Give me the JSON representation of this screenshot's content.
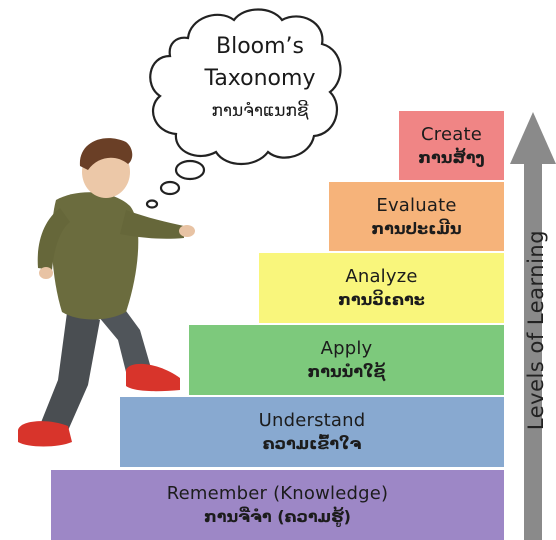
{
  "cloud": {
    "title_line1": "Bloom’s",
    "title_line2": "Taxonomy",
    "subtitle": "ການຈຳແນກຊີ"
  },
  "axis": {
    "label": "Levels of Learning"
  },
  "levels": [
    {
      "english": "Remember (Knowledge)",
      "lao": "ການຈື່ຈຳ (ຄວາມຮູ້)",
      "color": "#9d87c6"
    },
    {
      "english": "Understand",
      "lao": "ຄວາມເຂົ້າໃຈ",
      "color": "#88a9d0"
    },
    {
      "english": "Apply",
      "lao": "ການນຳໃຊ້",
      "color": "#7dc97c"
    },
    {
      "english": "Analyze",
      "lao": "ການວິເຄາະ",
      "color": "#f9f67c"
    },
    {
      "english": "Evaluate",
      "lao": "ການປະເມີນ",
      "color": "#f6b37a"
    },
    {
      "english": "Create",
      "lao": "ການສ້າງ",
      "color": "#f08585"
    }
  ]
}
